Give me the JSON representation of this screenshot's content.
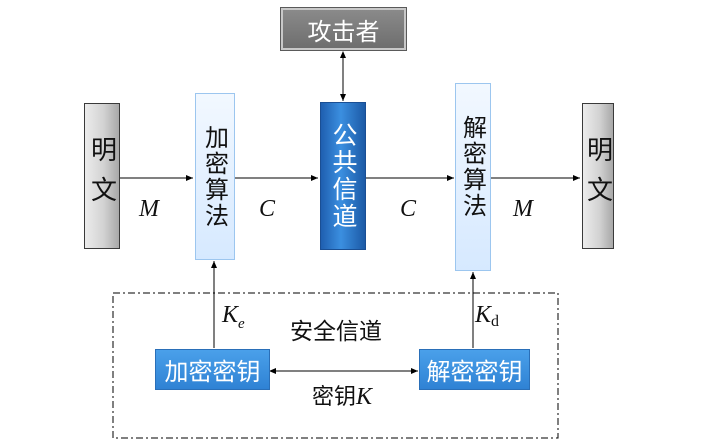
{
  "attacker": "攻击者",
  "plaintext_left": "明文",
  "plaintext_right": "明文",
  "encrypt_algorithm": "加密算法",
  "public_channel": "公共信道",
  "decrypt_algorithm": "解密算法",
  "encrypt_key": "加密密钥",
  "decrypt_key": "解密密钥",
  "secure_channel": "安全信道",
  "key_label": "密钥",
  "key_symbol": "K",
  "m_left": "M",
  "c_left": "C",
  "c_right": "C",
  "m_right": "M",
  "ke_main": "K",
  "ke_sub": "e",
  "kd_main": "K",
  "kd_sub": "d"
}
